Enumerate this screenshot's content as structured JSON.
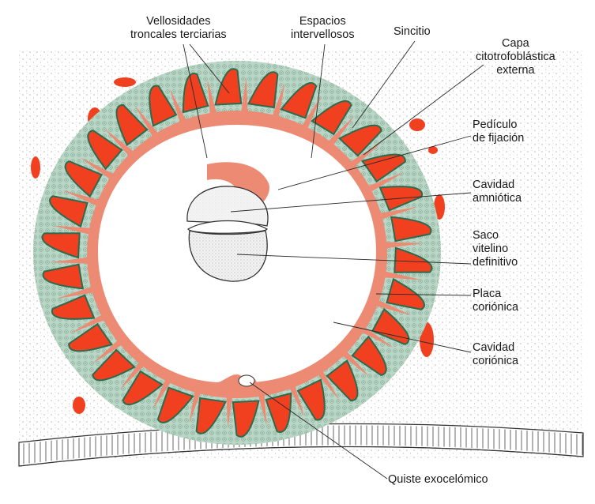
{
  "labels": {
    "vellosidades": [
      "Vellosidades",
      "troncales terciarias"
    ],
    "espacios": [
      "Espacios",
      "intervellosos"
    ],
    "sincitio": [
      "Sincitio"
    ],
    "capa": [
      "Capa",
      "citotrofoblástica",
      "externa"
    ],
    "pediculo": [
      "Pedículo",
      "de fijación"
    ],
    "cavidad_amniotica": [
      "Cavidad",
      "amniótica"
    ],
    "saco": [
      "Saco",
      "vitelino",
      "definitivo"
    ],
    "placa": [
      "Placa",
      "coriónica"
    ],
    "cavidad_corionica": [
      "Cavidad",
      "coriónica"
    ],
    "quiste": [
      "Quiste exocelómico"
    ]
  },
  "colors": {
    "lacunae_red": "#f0401f",
    "mesoderm_salmon": "#ec8a73",
    "trophoblast_green": "#b9d6c6",
    "syncytium_dark": "#2d6b4f",
    "decidua_stipple": "#9a9a9a"
  }
}
